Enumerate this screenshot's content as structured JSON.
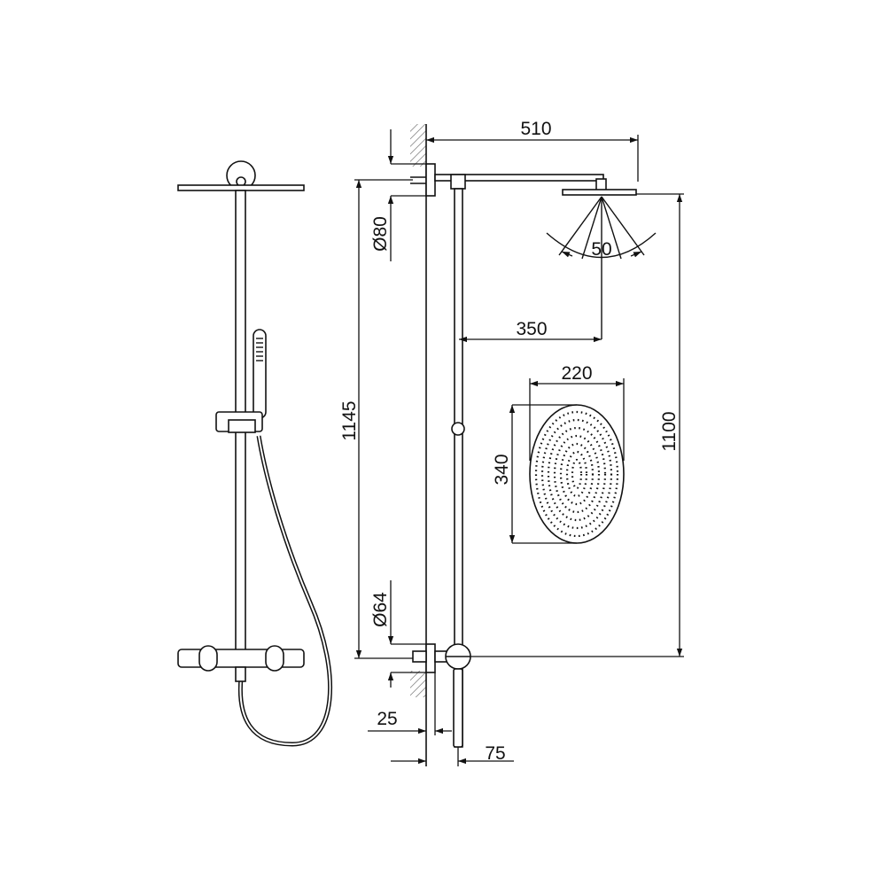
{
  "dimensions": {
    "d510": "510",
    "d80": "Ø80",
    "d50": "50",
    "d350": "350",
    "d220": "220",
    "d1145": "1145",
    "d1100": "1100",
    "d340": "340",
    "d64": "Ø64",
    "d25": "25",
    "d75": "75"
  },
  "colors": {
    "line": "#111111",
    "background": "#ffffff",
    "wall_hatch": "#555555"
  }
}
